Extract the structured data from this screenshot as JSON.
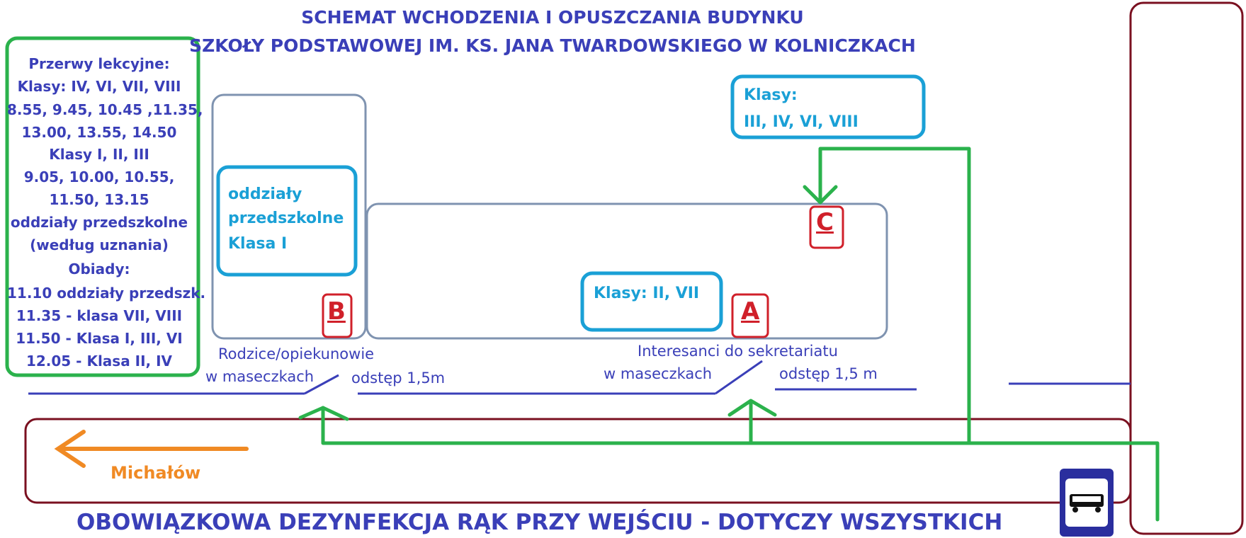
{
  "title": {
    "line1": "SCHEMAT WCHODZENIA I OPUSZCZANIA BUDYNKU",
    "line2": "SZKOŁY PODSTAWOWEJ IM. KS. JANA TWARDOWSKIEGO W KOLNICZKACH"
  },
  "sidebar": {
    "lines": [
      "Przerwy lekcyjne:",
      "Klasy: IV, VI, VII, VIII",
      "8.55, 9.45, 10.45 ,11.35,",
      "13.00, 13.55, 14.50",
      "Klasy I, II, III",
      "9.05, 10.00, 10.55,",
      "11.50, 13.15",
      "oddziały przedszkolne",
      "(według uznania)",
      "Obiady:",
      "11.10 oddziały przedszk.",
      "11.35 - klasa VII, VIII",
      "11.50 - Klasa I, III, VI",
      "12.05 - Klasa II, IV"
    ]
  },
  "zones": {
    "left_line1": "oddziały",
    "left_line2": "przedszkolne",
    "left_line3": "Klasa I",
    "middle": "Klasy: II, VII",
    "top_line1": "Klasy:",
    "top_line2": "III, IV, VI, VIII"
  },
  "entrances": {
    "a": "A",
    "b": "B",
    "c": "C"
  },
  "labels": {
    "parents_line1": "Rodzice/opiekunowie",
    "parents_line2": "w maseczkach",
    "distance_1": "odstęp 1,5m",
    "visitors_line1": "Interesanci do sekretariatu",
    "visitors_line2": "w maseczkach",
    "distance_2": "odstęp 1,5 m"
  },
  "direction": "Michałów",
  "footer": "OBOWIĄZKOWA DEZYNFEKCJA RĄK PRZY WEJŚCIU - DOTYCZY WSZYSTKICH",
  "colors": {
    "green": "#2bb24c",
    "navy": "#3a3fb8",
    "cyan": "#1aa0d6",
    "red": "#d0202a",
    "maroon": "#7a1020",
    "orange": "#f08a24",
    "gray_blue": "#7f93b0"
  },
  "icons": {
    "bus_stop": "bus-stop-sign-icon"
  }
}
